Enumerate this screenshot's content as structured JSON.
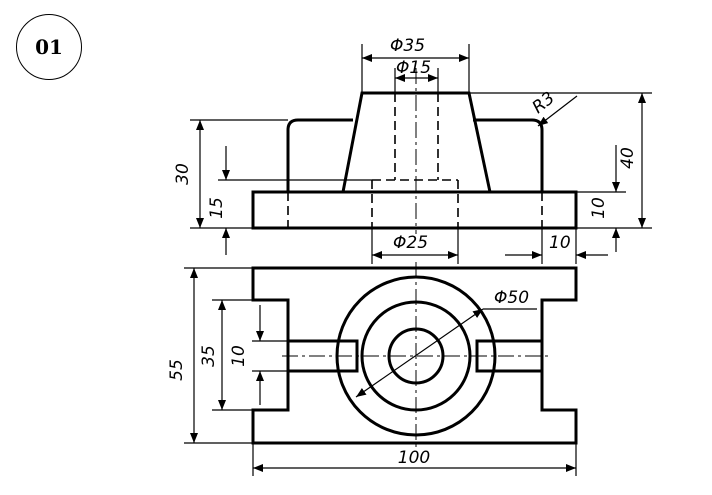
{
  "badge": {
    "label": "01"
  },
  "dims": {
    "d35": "Φ35",
    "d15": "Φ15",
    "r3": "R3",
    "d25": "Φ25",
    "d50": "Φ50",
    "h30": "30",
    "h15": "15",
    "h40": "40",
    "h10_right": "10",
    "w10": "10",
    "h55": "55",
    "h35": "35",
    "h10_left": "10",
    "w100": "100"
  }
}
